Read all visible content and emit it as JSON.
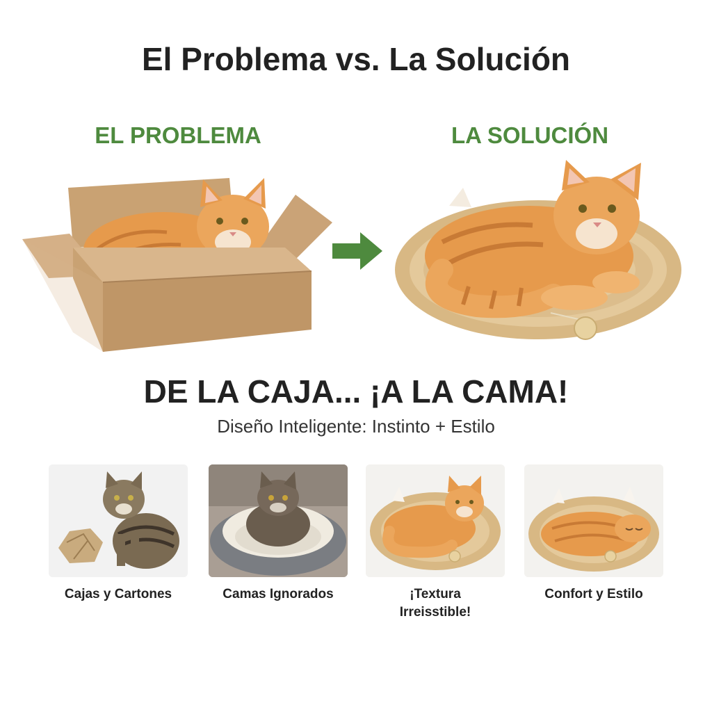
{
  "title": "El Problema vs. La Solución",
  "problem_heading": "EL PROBLEMA",
  "solution_heading": "LA SOLUCIÓN",
  "headline": "DE LA CAJA... ¡A LA CAMA!",
  "subtitle": "Diseño Inteligente: Instinto + Estilo",
  "thumbnails": [
    {
      "caption": "Cajas y Cartones"
    },
    {
      "caption": "Camas Ignorados"
    },
    {
      "caption": "¡Textura Irreisstible!"
    },
    {
      "caption": "Confort y Estilo"
    }
  ],
  "colors": {
    "accent_green": "#4e8a3e",
    "text_dark": "#222222",
    "cardboard": "#c9a273",
    "sisal": "#d8b884",
    "cat_orange": "#e69a4c"
  }
}
